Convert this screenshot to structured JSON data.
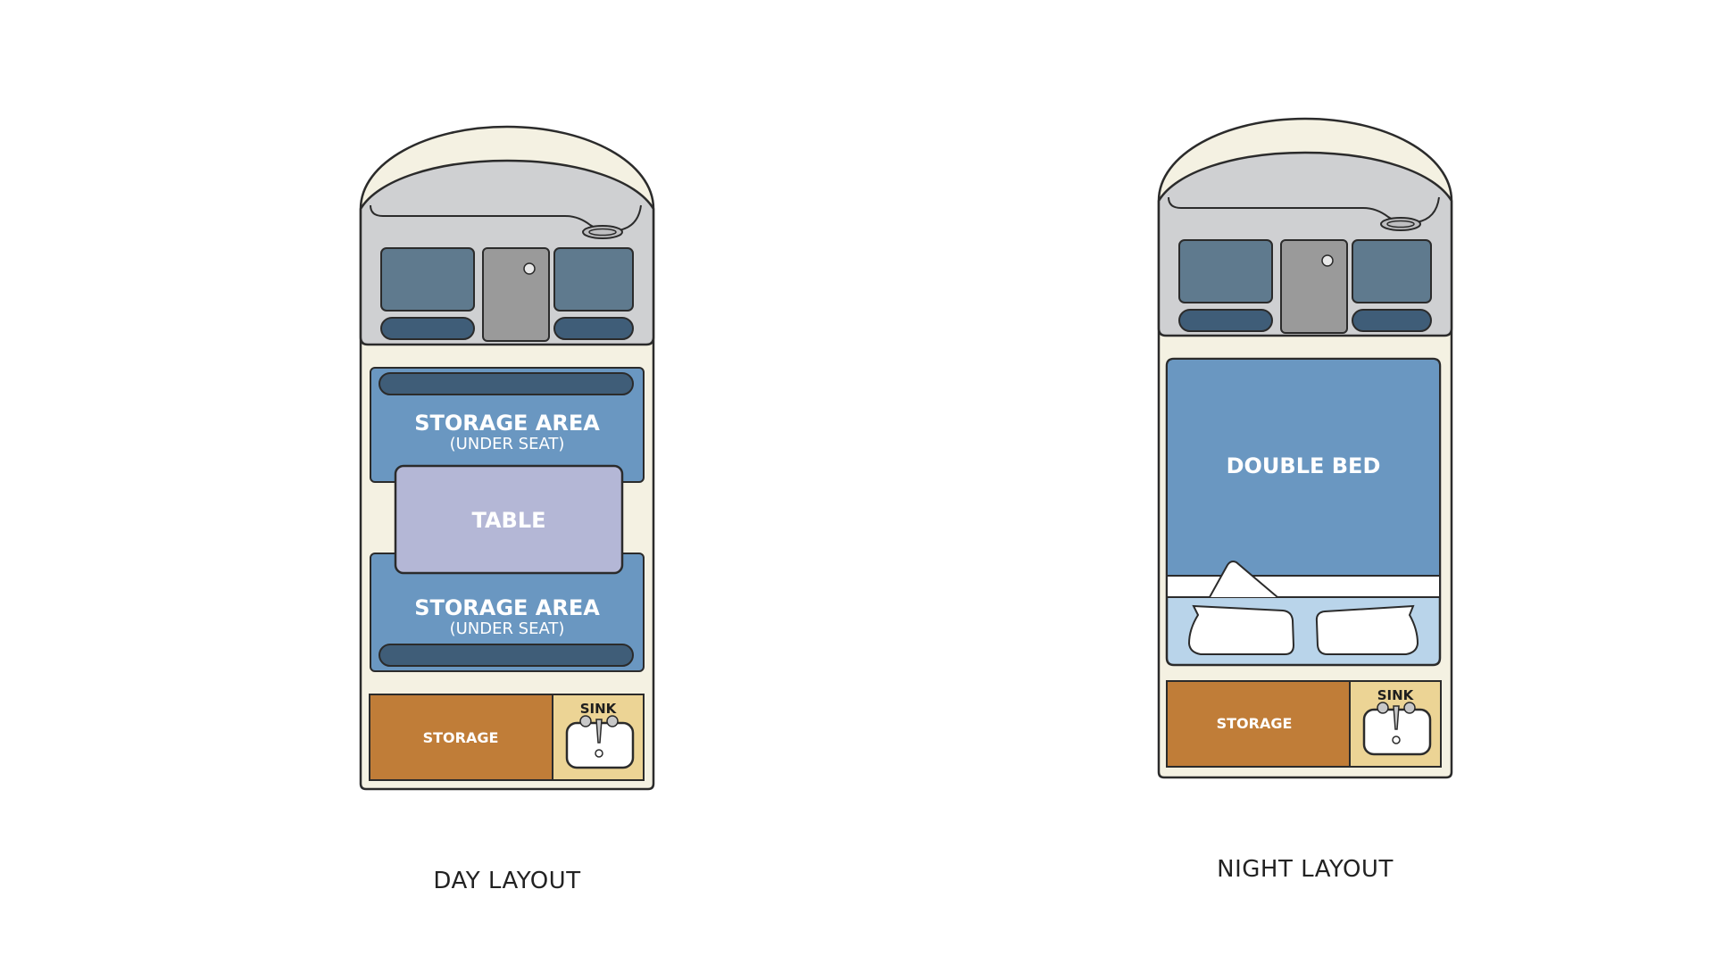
{
  "colors": {
    "background": "#ffffff",
    "body_cream": "#f4f1e2",
    "cab_grey": "#cfd0d2",
    "outline": "#2b2b2b",
    "seat_blue_dark": "#5f7a8e",
    "seat_cushion_navy": "#3f5d78",
    "door_grey": "#9a9a9a",
    "storage_blue": "#6a97c1",
    "table_lavender": "#b4b7d6",
    "bed_blue": "#6a97c1",
    "pillow_area_blue": "#b9d4ea",
    "sheet_white": "#ffffff",
    "kitchen_storage_brown": "#c07d38",
    "sink_panel_yellow": "#ecd495"
  },
  "day_layout": {
    "caption": "DAY LAYOUT",
    "zones": {
      "storage_top": {
        "label": "STORAGE AREA",
        "sublabel": "(UNDER SEAT)"
      },
      "table": {
        "label": "TABLE"
      },
      "storage_bottom": {
        "label": "STORAGE AREA",
        "sublabel": "(UNDER SEAT)"
      },
      "kitchen_storage": {
        "label": "STORAGE"
      },
      "sink": {
        "label": "SINK"
      }
    }
  },
  "night_layout": {
    "caption": "NIGHT LAYOUT",
    "zones": {
      "bed": {
        "label": "DOUBLE BED"
      },
      "kitchen_storage": {
        "label": "STORAGE"
      },
      "sink": {
        "label": "SINK"
      }
    }
  }
}
